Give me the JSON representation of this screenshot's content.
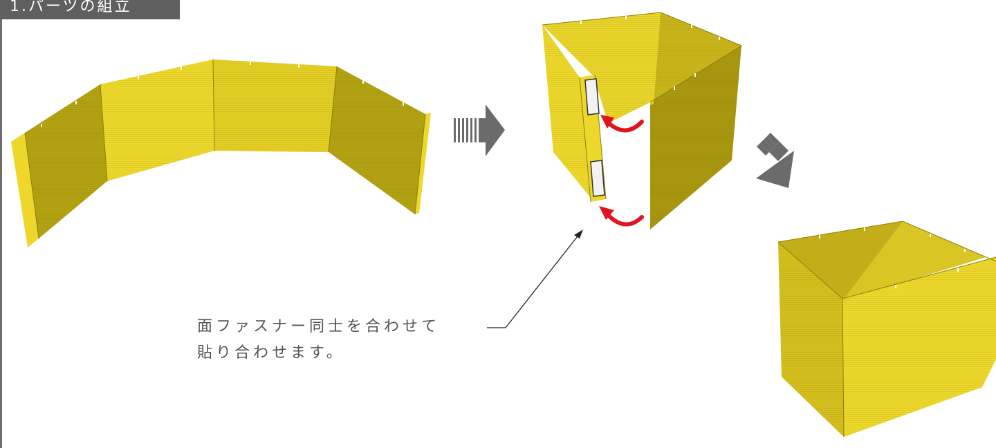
{
  "header": {
    "title": "1.パーツの組立"
  },
  "annotation": {
    "line1": "面ファスナー同士を合わせて",
    "line2": "貼り合わせます。"
  },
  "colors": {
    "panel_light": "#ecd72a",
    "panel_mid": "#d8c31f",
    "panel_dark": "#a9980f",
    "arrow_gray": "#6b6b6b",
    "curl_red": "#e0141e",
    "header_bg": "#5f5f5f"
  },
  "icons": {
    "step_arrow": "right-arrow-icon",
    "step_arrow_2": "down-right-arrow-icon",
    "curl": "curved-arrow-icon"
  }
}
